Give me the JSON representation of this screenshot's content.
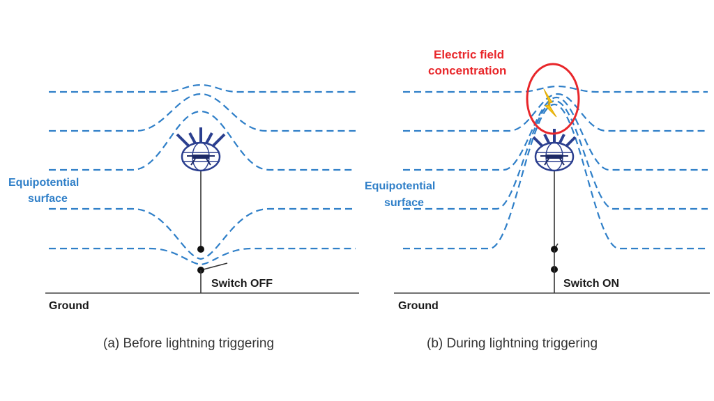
{
  "panels": [
    {
      "equipotential_label_line1": "Equipotential",
      "equipotential_label_line2": "surface",
      "switch_label": "Switch OFF",
      "ground_label": "Ground",
      "caption": "(a)  Before lightning triggering"
    },
    {
      "equipotential_label_line1": "Equipotential",
      "equipotential_label_line2": "surface",
      "switch_label": "Switch ON",
      "ground_label": "Ground",
      "caption": "(b) During lightning triggering",
      "field_label_line1": "Electric field",
      "field_label_line2": "concentration"
    }
  ],
  "colors": {
    "equipotential": "#2f7fc8",
    "highlight": "#e8262a",
    "drone": "#2b3f8f",
    "lightning": "#f5c518"
  },
  "icons": {
    "drone": "drone-icon",
    "lightning": "lightning-bolt-icon"
  }
}
